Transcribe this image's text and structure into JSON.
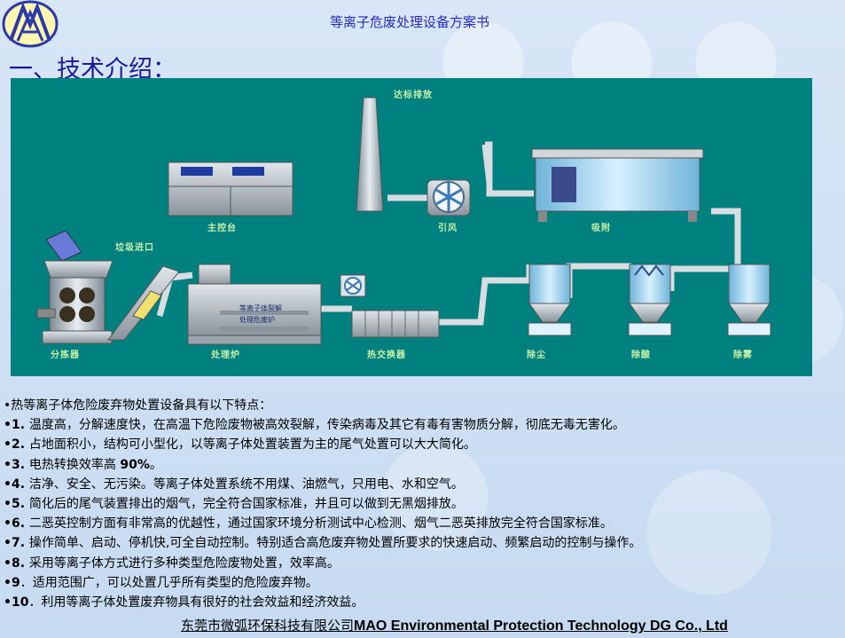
{
  "header": {
    "title": "等离子危废处理设备方案书"
  },
  "section_title": "一、技术介绍：",
  "diagram": {
    "labels": {
      "chimney": "达标排放",
      "console": "主控台",
      "fan": "引风",
      "adsorb": "吸附",
      "feed_inlet": "垃圾进口",
      "sorter": "分拣器",
      "furnace": "处理炉",
      "exchanger": "热交换器",
      "dust": "除尘",
      "acid": "除酸",
      "mist": "除雾"
    },
    "furnace_text_1": "等离子体裂解",
    "furnace_text_2": "处理危废炉"
  },
  "features": {
    "intro": "•热等离子体危险废弃物处置设备具有以下特点：",
    "items": [
      {
        "num": "•1. ",
        "text": "温度高，分解速度快，在高温下危险废物被高效裂解，传染病毒及其它有毒有害物质分解，彻底无毒无害化。"
      },
      {
        "num": "•2. ",
        "text": "占地面积小，结构可小型化，以等离子体处置装置为主的尾气处置可以大大简化。"
      },
      {
        "num": "•3. ",
        "text": "电热转换效率高 ",
        "bold_tail": "90%",
        "tail": "。"
      },
      {
        "num": "•4. ",
        "text": "洁净、安全、无污染。等离子体处置系统不用煤、油燃气，只用电、水和空气。"
      },
      {
        "num": "•5. ",
        "text": "简化后的尾气装置排出的烟气，完全符合国家标准，并且可以做到无黑烟排放。"
      },
      {
        "num": "•6. ",
        "text": "二恶英控制方面有非常高的优越性，通过国家环境分析测试中心检测、烟气二恶英排放完全符合国家标准。"
      },
      {
        "num": "•7. ",
        "text": "操作简单、启动、停机快,可全自动控制。特别适合高危废弃物处置所要求的快速启动、频繁启动的控制与操作。"
      },
      {
        "num": "•8. ",
        "text": "采用等离子体方式进行多种类型危险废物处置，效率高。"
      },
      {
        "num": "•9",
        "text": "．适用范围广，可以处置几乎所有类型的危险废弃物。"
      },
      {
        "num": "•10",
        "text": "．利用等离子体处置废弃物具有很好的社会效益和经济效益。"
      }
    ]
  },
  "footer": {
    "cn": "东莞市微弧环保科技有限公司",
    "en": "MAO Environmental Protection Technology DG Co., Ltd"
  },
  "colors": {
    "diagram_bg": "#00807f",
    "title_blue": "#1a1a9a",
    "label_green": "#c8f0a8"
  }
}
